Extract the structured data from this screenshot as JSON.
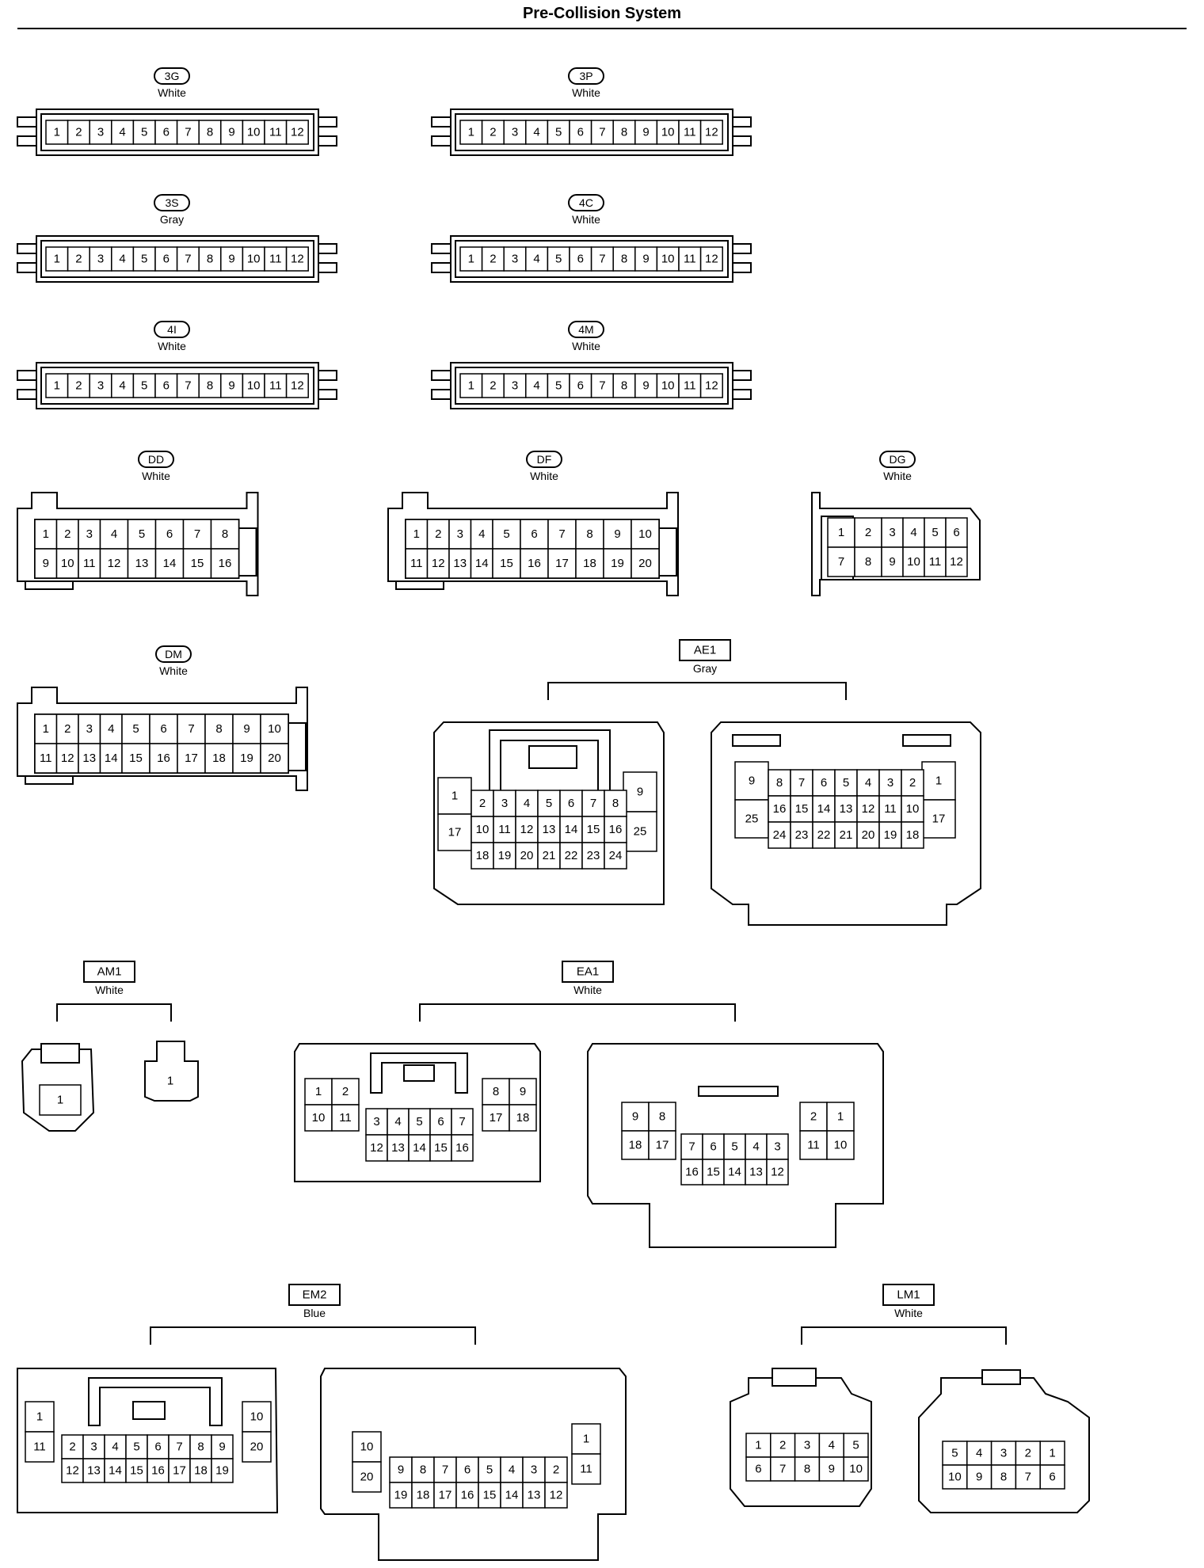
{
  "title": "Pre-Collision System",
  "connectors": [
    {
      "id": "3G",
      "color": "White"
    },
    {
      "id": "3P",
      "color": "White"
    },
    {
      "id": "3S",
      "color": "Gray"
    },
    {
      "id": "4C",
      "color": "White"
    },
    {
      "id": "4I",
      "color": "White"
    },
    {
      "id": "4M",
      "color": "White"
    },
    {
      "id": "DD",
      "color": "White"
    },
    {
      "id": "DF",
      "color": "White"
    },
    {
      "id": "DG",
      "color": "White"
    },
    {
      "id": "DM",
      "color": "White"
    },
    {
      "id": "AE1",
      "color": "Gray"
    },
    {
      "id": "AM1",
      "color": "White"
    },
    {
      "id": "EA1",
      "color": "White"
    },
    {
      "id": "EM2",
      "color": "Blue"
    },
    {
      "id": "LM1",
      "color": "White"
    }
  ]
}
